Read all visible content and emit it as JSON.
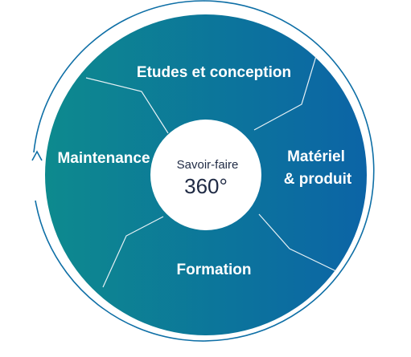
{
  "diagram": {
    "center": {
      "title": "Savoir-faire",
      "value": "360°"
    },
    "segments": [
      {
        "label": "Etudes et conception"
      },
      {
        "label_line1": "Matériel",
        "label_line2": "& produit"
      },
      {
        "label": "Formation"
      },
      {
        "label": "Maintenance"
      }
    ],
    "colors": {
      "gradient_left": "#0d8a8e",
      "gradient_right": "#0c64a6",
      "outer_ring": "#0e6fa6",
      "divider": "#e8f2f6",
      "center_fill": "#ffffff",
      "center_text": "#1f2a44"
    },
    "icons": {
      "cycle_arrow": "arrow-up-icon"
    }
  }
}
